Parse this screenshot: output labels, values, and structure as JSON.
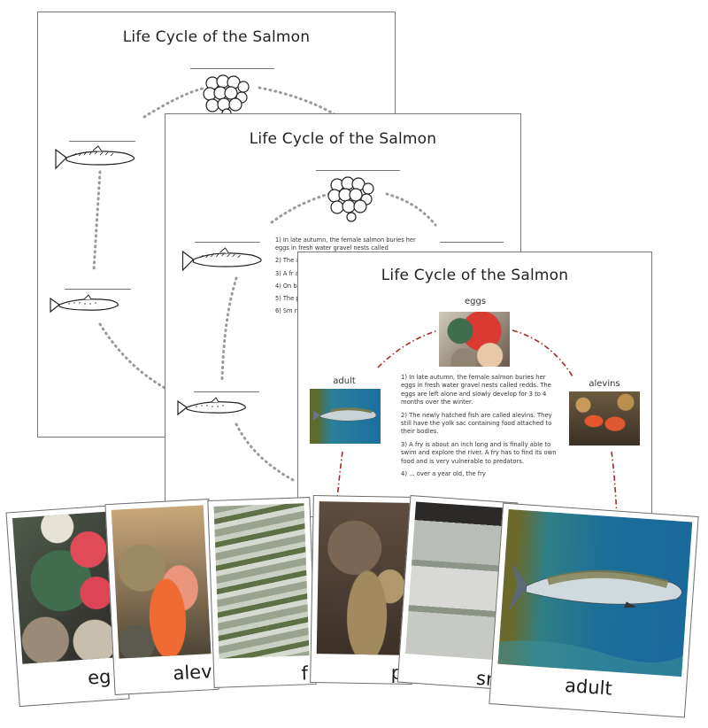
{
  "sheets": [
    {
      "id": "blank-worksheet",
      "title": "Life Cycle of the Salmon",
      "stages": [
        "eggs",
        "adult",
        "spawner"
      ]
    },
    {
      "id": "blank-worksheet-with-text",
      "title": "Life Cycle of the Salmon",
      "paragraphs": [
        "1) In late autumn, the female salmon buries her eggs in fresh water gravel nests called",
        "2) The alevin conta",
        "3) A fr able t has to vulne",
        "4) On beco 1 to 2 while",
        "5) The proce ready adjus",
        "6) Sm rich fe water herrin"
      ]
    },
    {
      "id": "control-chart",
      "title": "Life Cycle of the Salmon",
      "stage_labels": {
        "top": "eggs",
        "left": "adult",
        "right": "alevins"
      },
      "paragraphs": [
        "1) In late autumn, the female salmon buries her eggs in fresh water gravel nests called redds. The eggs are left alone and slowly develop for 3 to 4 months over the winter.",
        "2) The newly hatched fish are called alevins. They still have the yolk sac containing food attached to their bodies.",
        "3) A fry is about an inch long and is finally able to swim and explore the river. A fry has to find its own food and is very vulnerable to predators.",
        "4) ... over a year old, the fry"
      ]
    }
  ],
  "cards": [
    {
      "label": "eggs",
      "visible_label": "eg"
    },
    {
      "label": "alevins",
      "visible_label": "alev"
    },
    {
      "label": "fry",
      "visible_label": "f"
    },
    {
      "label": "parr",
      "visible_label": "p"
    },
    {
      "label": "smolt",
      "visible_label": "sn"
    },
    {
      "label": "adult",
      "visible_label": "adult"
    }
  ],
  "colors": {
    "border": "#7a7a7a",
    "dotted_gray": "#9a9a9a",
    "dashdot_red": "#a52a2a",
    "text": "#222222"
  }
}
